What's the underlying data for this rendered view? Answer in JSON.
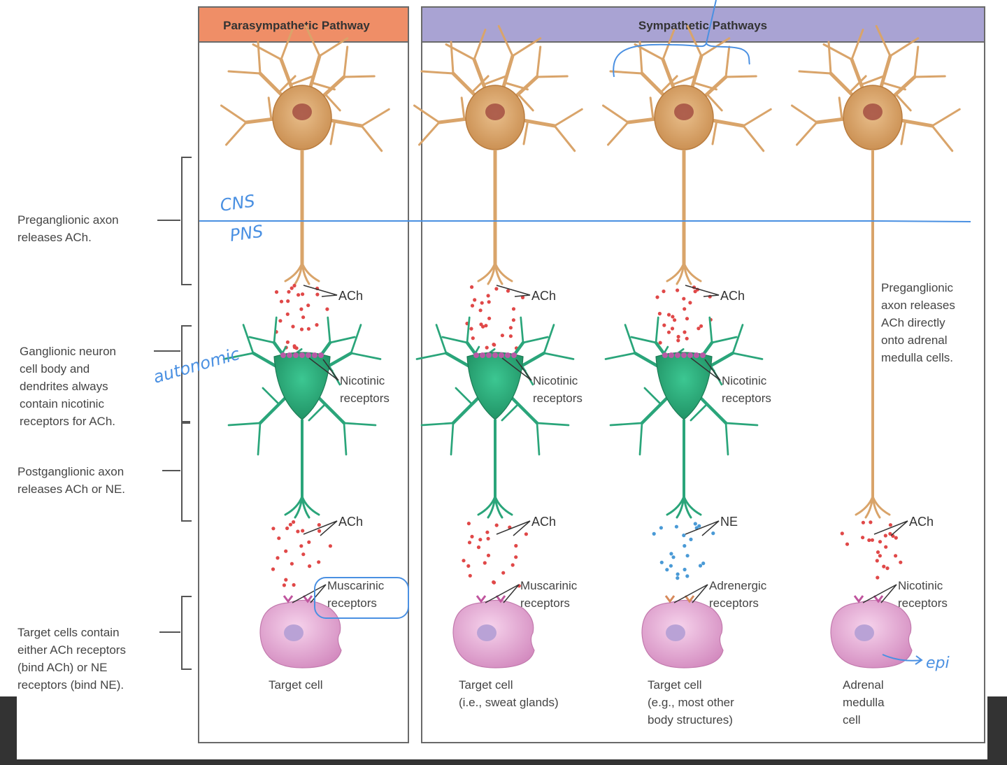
{
  "panels": {
    "parasympathetic": {
      "title": "Parasympathetic Pathway",
      "color": "#ef8e67"
    },
    "sympathetic": {
      "title": "Sympathetic Pathways",
      "color": "#a9a3d3"
    }
  },
  "side_labels": {
    "preganglionic": [
      "Preganglionic axon",
      "releases ACh."
    ],
    "ganglionic": [
      "Ganglionic neuron",
      "cell body and",
      "dendrites always",
      "contain nicotinic",
      "receptors for ACh."
    ],
    "postganglionic": [
      "Postganglionic axon",
      "releases ACh or NE."
    ],
    "target": [
      "Target cells contain",
      "either ACh receptors",
      "(bind ACh) or NE",
      "receptors (bind NE)."
    ]
  },
  "columns": [
    {
      "pre_nt": "ACh",
      "ganglion_receptor": [
        "Nicotinic",
        "receptors"
      ],
      "post_nt": "ACh",
      "target_receptor": [
        "Muscarinic",
        "receptors"
      ],
      "target_label": [
        "Target cell"
      ]
    },
    {
      "pre_nt": "ACh",
      "ganglion_receptor": [
        "Nicotinic",
        "receptors"
      ],
      "post_nt": "ACh",
      "target_receptor": [
        "Muscarinic",
        "receptors"
      ],
      "target_label": [
        "Target cell",
        "(i.e., sweat glands)"
      ]
    },
    {
      "pre_nt": "ACh",
      "ganglion_receptor": [
        "Nicotinic",
        "receptors"
      ],
      "post_nt": "NE",
      "target_receptor": [
        "Adrenergic",
        "receptors"
      ],
      "target_label": [
        "Target cell",
        "(e.g., most other",
        "body structures)"
      ]
    },
    {
      "adrenal_note": [
        "Preganglionic",
        "axon releases",
        "ACh directly",
        "onto adrenal",
        "medulla cells."
      ],
      "post_nt": "ACh",
      "target_receptor": [
        "Nicotinic",
        "receptors"
      ],
      "target_label": [
        "Adrenal",
        "medulla",
        "cell"
      ]
    }
  ],
  "handwritten": {
    "cns": "CNS",
    "pns": "PNS",
    "autonomic": "autonomic",
    "epi": "epi"
  },
  "colors": {
    "pre_neuron": "#d9a46a",
    "ganglion_neuron": "#2aa57a",
    "target_cell": "#e6a8d0",
    "ach_dot": "#e04848",
    "ne_dot": "#4a9ad6",
    "ink": "#4a90e2"
  }
}
